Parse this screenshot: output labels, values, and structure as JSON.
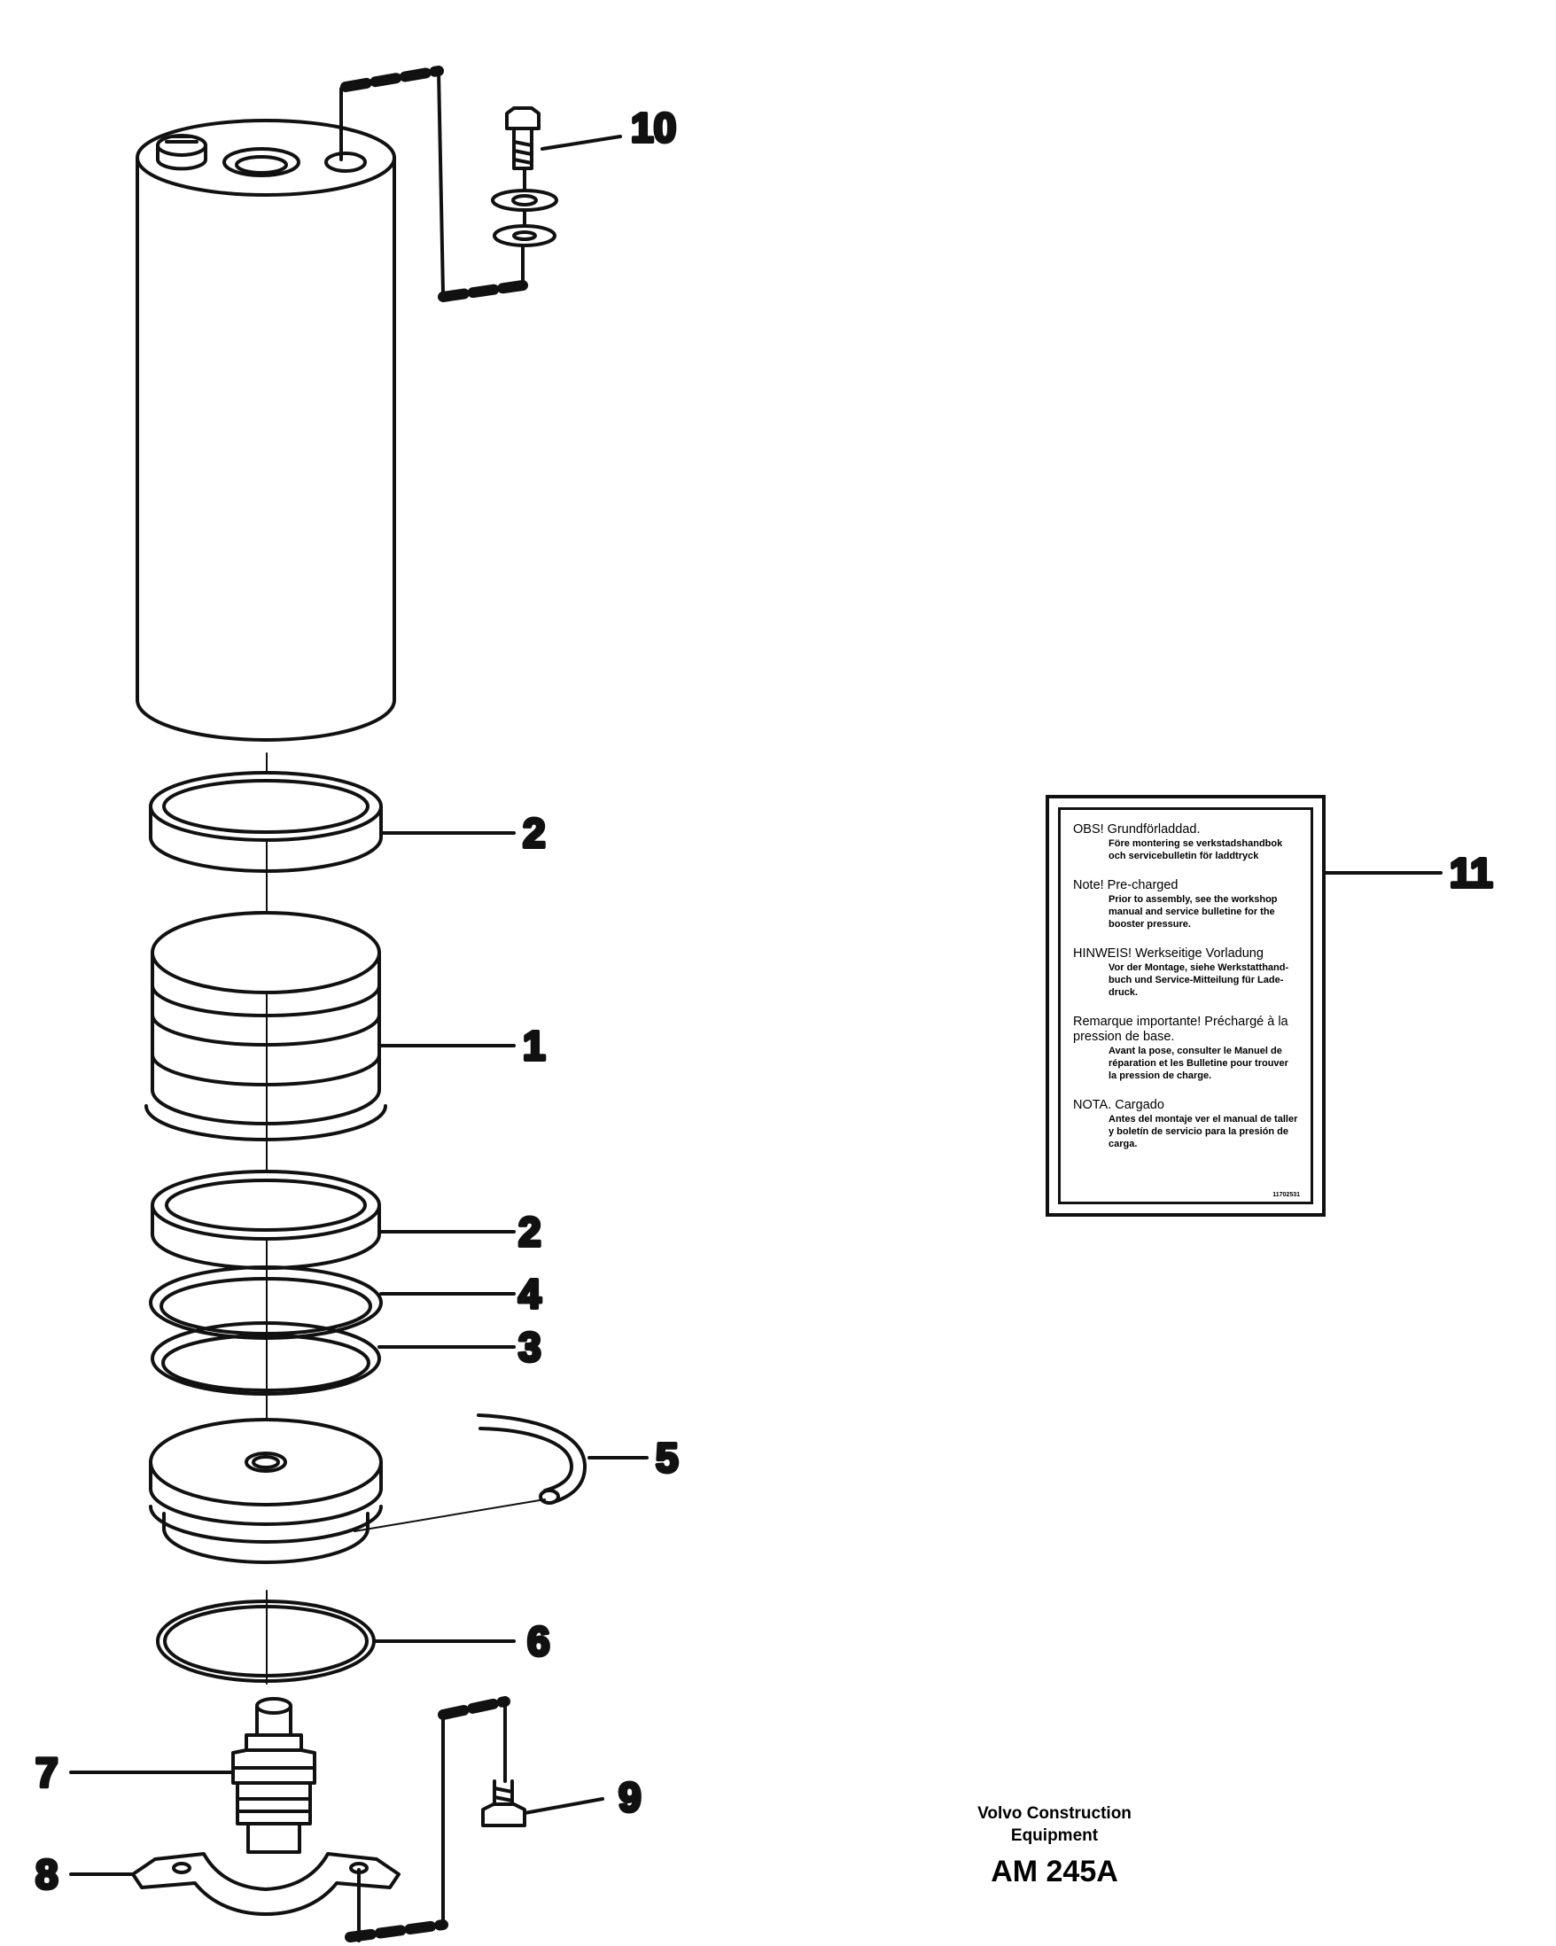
{
  "diagram": {
    "callouts": [
      {
        "id": "callout-10",
        "text": "10"
      },
      {
        "id": "callout-2-top",
        "text": "2"
      },
      {
        "id": "callout-1",
        "text": "1"
      },
      {
        "id": "callout-2-bottom",
        "text": "2"
      },
      {
        "id": "callout-4",
        "text": "4"
      },
      {
        "id": "callout-3",
        "text": "3"
      },
      {
        "id": "callout-5",
        "text": "5"
      },
      {
        "id": "callout-6",
        "text": "6"
      },
      {
        "id": "callout-7",
        "text": "7"
      },
      {
        "id": "callout-8",
        "text": "8"
      },
      {
        "id": "callout-9",
        "text": "9"
      },
      {
        "id": "callout-11",
        "text": "11"
      }
    ]
  },
  "label": {
    "sections": [
      {
        "title": "OBS! Grundförladdad.",
        "body": "Före montering se verkstadshandbok och servicebulletin för laddtryck"
      },
      {
        "title": "Note! Pre-charged",
        "body": "Prior to assembly, see the workshop manual and service bulletine for the booster pressure."
      },
      {
        "title": "HINWEIS! Werkseitige Vorladung",
        "body": "Vor der Montage, siehe Werkstatthand-buch und Service-Mitteilung für Lade-druck."
      },
      {
        "title": "Remarque importante! Préchargé à la pression de base.",
        "body": "Avant la pose, consulter le Manuel de réparation et les Bulletine pour trouver la pression de charge."
      },
      {
        "title": "NOTA. Cargado",
        "body": "Antes del montaje ver el manual de taller y boletín de servicio para la presión de carga."
      }
    ],
    "code": "11702531"
  },
  "footer": {
    "company_line1": "Volvo Construction",
    "company_line2": "Equipment",
    "figure_code": "AM 245A"
  }
}
